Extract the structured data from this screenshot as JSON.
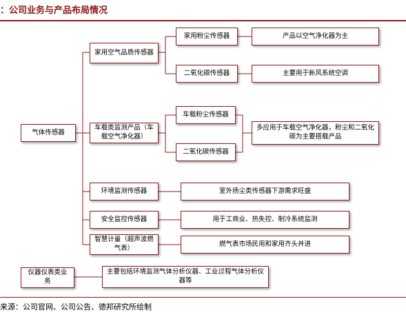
{
  "header": {
    "title": "：公司业务与产品布局情况"
  },
  "diagram": {
    "root": "气体传感器",
    "categories": [
      {
        "label": "家用空气品质传感器",
        "products": [
          "家用粉尘传感器",
          "二氧化碳传感器"
        ],
        "notes": [
          "产品以空气净化器为主",
          "主要用于新风系统空调"
        ]
      },
      {
        "label": "车载类监测产品（车载空气净化器）",
        "products": [
          "车载粉尘传感器",
          "二氧化碳传感器"
        ],
        "notes": [
          "多应用于车载空气净化器，粉尘和二氧化碳为主要搭载产品"
        ]
      },
      {
        "label": "环境监测传感器",
        "notes": [
          "室外扬尘类传感器下游需求旺盛"
        ]
      },
      {
        "label": "安全监控传感器",
        "notes": [
          "用于工商业、热失控、制冷系统监测"
        ]
      },
      {
        "label": "智慧计量（超声波燃气表）",
        "notes": [
          "燃气表市场民用和家用齐头并进"
        ]
      }
    ],
    "instrument": {
      "label": "仪器仪表类业务",
      "note": "主要包括环境监测气体分析仪器、工业过程气体分析仪器等"
    }
  },
  "footer": {
    "source": "来源：公司官网、公司公告、德邦研究所绘制"
  },
  "colors": {
    "accent": "#8b1a1a",
    "line": "#8b1a1a"
  }
}
